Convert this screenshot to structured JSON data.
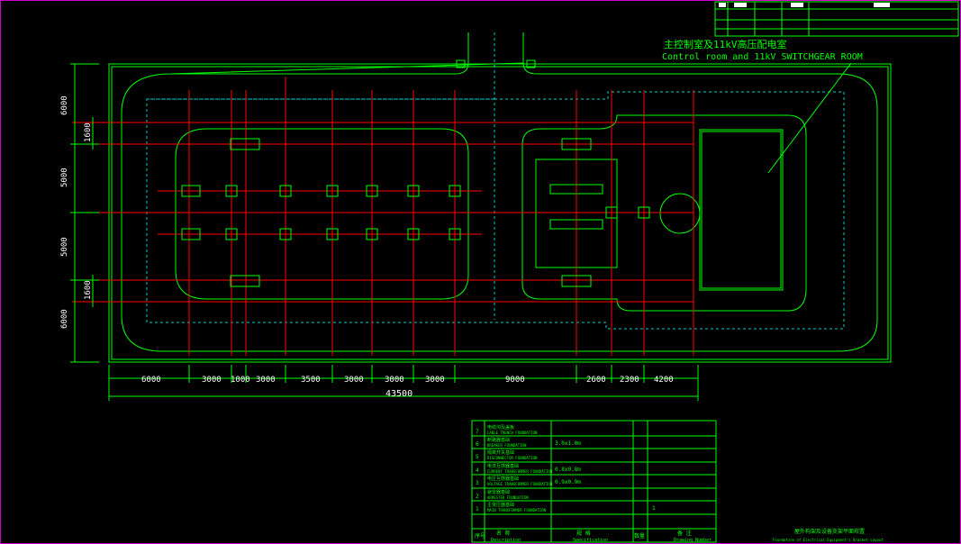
{
  "room_label": {
    "cn": "主控制室及11kV高压配电室",
    "en": "Control room and 11kV SWITCHGEAR ROOM"
  },
  "dims": {
    "bottom": [
      "6000",
      "3000",
      "1000",
      "3000",
      "3500",
      "3000",
      "3000",
      "3000",
      "9000",
      "2600",
      "2300",
      "4200"
    ],
    "total": "43500",
    "left": [
      "6000",
      "1600",
      "5000",
      "5000",
      "1600",
      "6000"
    ]
  },
  "table": {
    "rows": [
      {
        "no": "7",
        "name_cn": "电缆沟及盖板",
        "name_en": "CABLE TRENCH FOUNDATION",
        "spec": "",
        "qty": ""
      },
      {
        "no": "6",
        "name_cn": "断路器基础",
        "name_en": "BREAKER FOUNDATION",
        "spec": "3.0x1.0m",
        "qty": ""
      },
      {
        "no": "5",
        "name_cn": "隔离开关基础",
        "name_en": "DISCONNECTOR FOUNDATION",
        "spec": "",
        "qty": ""
      },
      {
        "no": "4",
        "name_cn": "电流互感器基础",
        "name_en": "CURRENT TRANSFORMER FOUNDATION",
        "spec": "0.8x0.8m",
        "qty": ""
      },
      {
        "no": "3",
        "name_cn": "电压互感器基础",
        "name_en": "VOLTAGE TRANSFORMER FOUNDATION",
        "spec": "0.9x0.9m",
        "qty": ""
      },
      {
        "no": "2",
        "name_cn": "避雷器基础",
        "name_en": "ARRESTER FOUNDATION",
        "spec": "",
        "qty": ""
      },
      {
        "no": "1",
        "name_cn": "主变压器基础",
        "name_en": "MAIN TRANSFORMER FOUNDATION",
        "spec": "",
        "qty": "1"
      }
    ],
    "header": {
      "no": "序号",
      "name": "名 称",
      "name_en": "Description",
      "spec": "规 格",
      "spec_en": "Specification",
      "qty": "数量",
      "remark": "备 注",
      "remark_en": "Drawing Number"
    },
    "title_cn": "屋外构架及设备支架平面布置",
    "title_en": "Foundation of Electrical Equipment's Bracket Layout"
  }
}
